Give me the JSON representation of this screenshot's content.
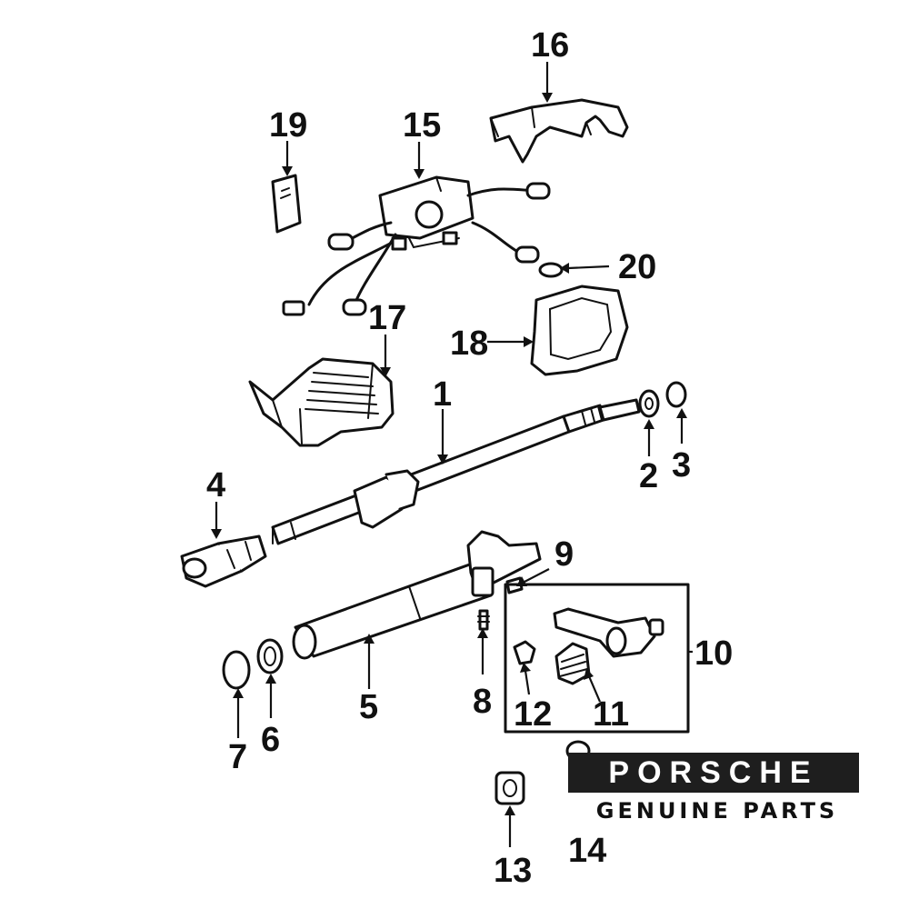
{
  "callouts": {
    "c1": "1",
    "c2": "2",
    "c3": "3",
    "c4": "4",
    "c5": "5",
    "c6": "6",
    "c7": "7",
    "c8": "8",
    "c9": "9",
    "c10": "10",
    "c11": "11",
    "c12": "12",
    "c13": "13",
    "c14": "14",
    "c15": "15",
    "c16": "16",
    "c17": "17",
    "c18": "18",
    "c19": "19",
    "c20": "20"
  },
  "logo": {
    "brand": "PORSCHE",
    "tagline": "GENUINE PARTS"
  },
  "colors": {
    "ink": "#111111",
    "logo_bar": "#1e1e1e",
    "background": "#ffffff"
  }
}
